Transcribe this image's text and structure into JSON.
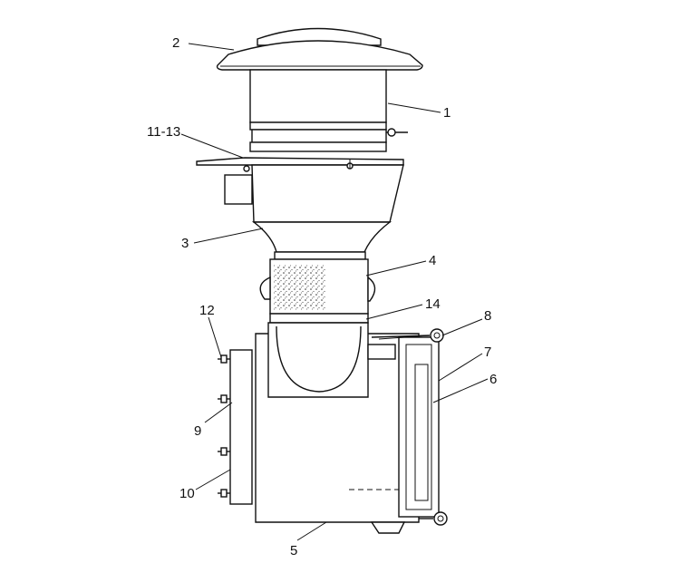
{
  "callouts": {
    "c1": "1",
    "c2": "2",
    "c3": "3",
    "c4": "4",
    "c5": "5",
    "c6": "6",
    "c7": "7",
    "c8": "8",
    "c9": "9",
    "c10": "10",
    "c11_13": "11-13",
    "c12": "12",
    "c14": "14"
  }
}
